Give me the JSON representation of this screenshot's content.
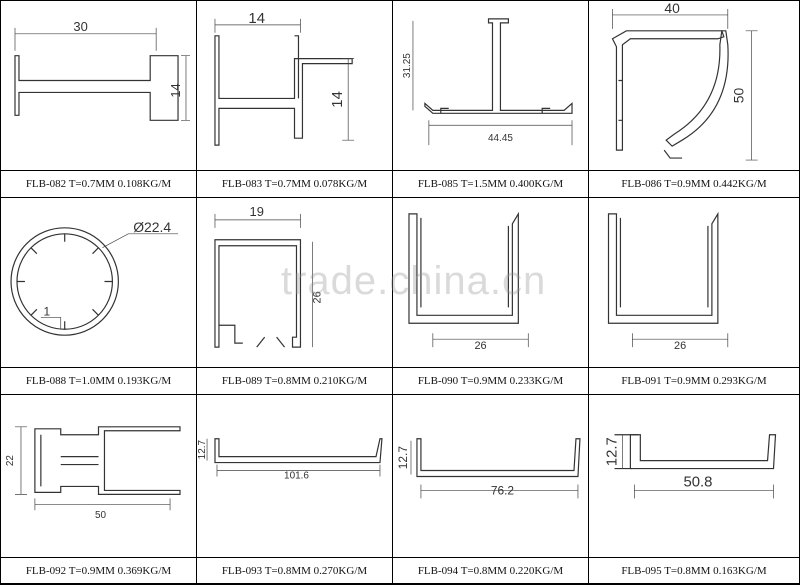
{
  "watermark": "trade.china.cn",
  "profiles": [
    {
      "id": "FLB-082",
      "caption": "FLB-082 T=0.7MM 0.108KG/M",
      "dims": [
        "30",
        "14"
      ]
    },
    {
      "id": "FLB-083",
      "caption": "FLB-083 T=0.7MM 0.078KG/M",
      "dims": [
        "14",
        "14"
      ]
    },
    {
      "id": "FLB-085",
      "caption": "FLB-085 T=1.5MM 0.400KG/M",
      "dims": [
        "31.25",
        "44.45"
      ]
    },
    {
      "id": "FLB-086",
      "caption": "FLB-086 T=0.9MM 0.442KG/M",
      "dims": [
        "40",
        "50"
      ]
    },
    {
      "id": "FLB-088",
      "caption": "FLB-088 T=1.0MM 0.193KG/M",
      "dims": [
        "Ø22.4",
        "1"
      ]
    },
    {
      "id": "FLB-089",
      "caption": "FLB-089 T=0.8MM 0.210KG/M",
      "dims": [
        "19",
        "26"
      ]
    },
    {
      "id": "FLB-090",
      "caption": "FLB-090 T=0.9MM 0.233KG/M",
      "dims": [
        "26"
      ]
    },
    {
      "id": "FLB-091",
      "caption": "FLB-091 T=0.9MM 0.293KG/M",
      "dims": [
        "26"
      ]
    },
    {
      "id": "FLB-092",
      "caption": "FLB-092 T=0.9MM 0.369KG/M",
      "dims": [
        "22",
        "50"
      ]
    },
    {
      "id": "FLB-093",
      "caption": "FLB-093 T=0.8MM 0.270KG/M",
      "dims": [
        "12.7",
        "101.6"
      ]
    },
    {
      "id": "FLB-094",
      "caption": "FLB-094 T=0.8MM 0.220KG/M",
      "dims": [
        "12.7",
        "76.2"
      ]
    },
    {
      "id": "FLB-095",
      "caption": "FLB-095 T=0.8MM 0.163KG/M",
      "dims": [
        "12.7",
        "50.8"
      ]
    }
  ]
}
